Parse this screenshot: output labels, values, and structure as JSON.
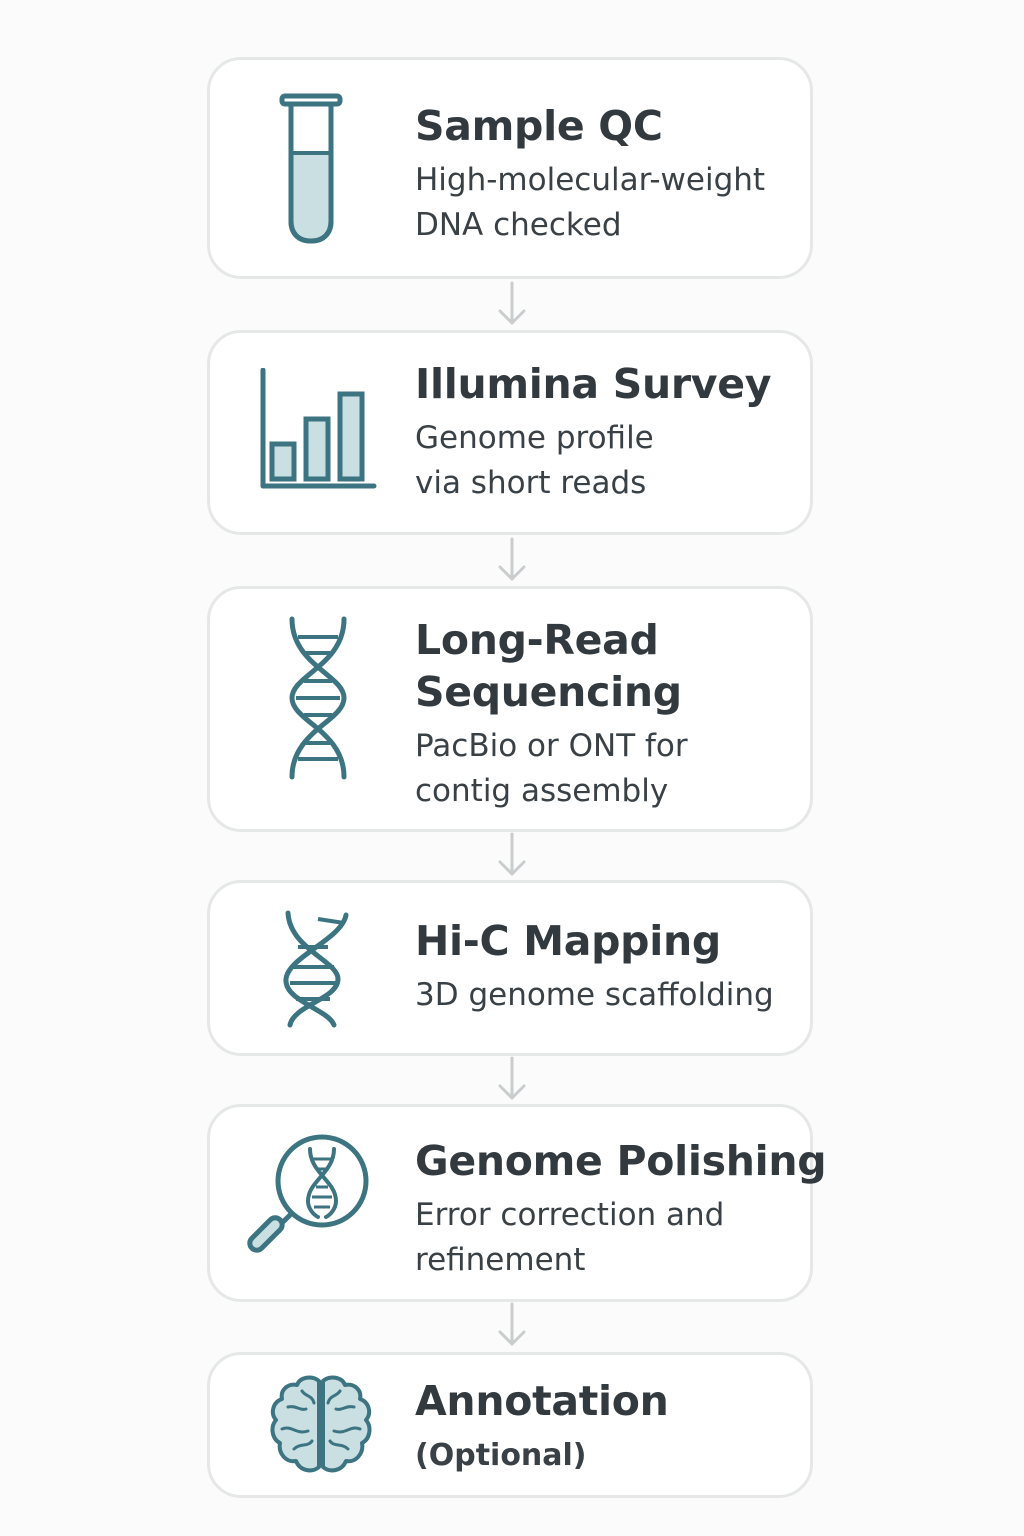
{
  "steps": [
    {
      "title": "Sample QC",
      "description": "High-molecular-weight DNA checked",
      "icon": "test-tube-icon"
    },
    {
      "title": "Illumina Survey",
      "description": "Genome profile via short reads",
      "icon": "bar-chart-icon"
    },
    {
      "title": "Long-Read Sequencing",
      "description": "PacBio or ONT for contig assembly",
      "icon": "dna-helix-icon"
    },
    {
      "title": "Hi-C Mapping",
      "description": "3D genome scaffolding",
      "icon": "dna-helix-icon"
    },
    {
      "title": "Genome Polishing",
      "description": "Error correction and refinement",
      "icon": "magnifier-dna-icon"
    },
    {
      "title": "Annotation",
      "description": "(Optional)",
      "icon": "brain-icon"
    }
  ],
  "colors": {
    "accent": "#3c7482",
    "accent_fill": "#c9dfe1",
    "card_border": "#e6e8e8",
    "arrow": "#c9cdcd",
    "text": "#333a3f"
  }
}
